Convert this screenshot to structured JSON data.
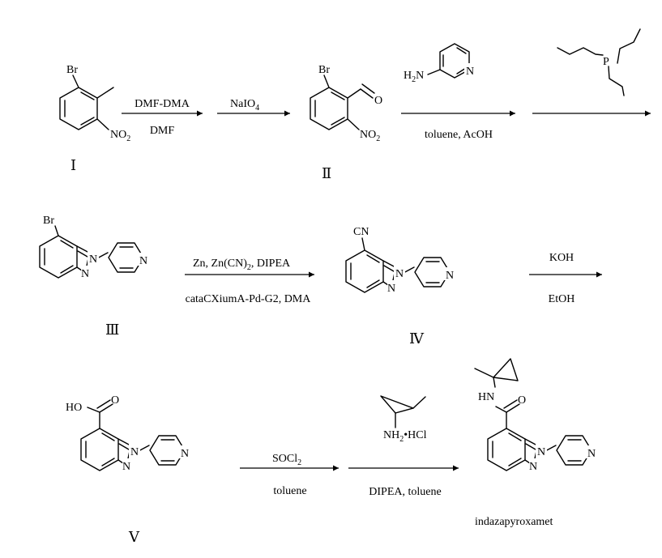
{
  "atoms": {
    "br": "Br",
    "no": "NO",
    "two": "2",
    "o": "O",
    "h2n": "H",
    "n": "N",
    "p": "P",
    "cn": "CN",
    "ho": "HO",
    "hn": "HN",
    "nh": "NH",
    "hcl": "•HCl"
  },
  "reagents": {
    "r1_top": "DMF-DMA",
    "r1_bot": "DMF",
    "r2_top": "NaIO",
    "r2_sub": "4",
    "r3_bot": "toluene, AcOH",
    "r5_top_a": "Zn, Zn(CN)",
    "r5_top_b": ", DIPEA",
    "r5_bot": "cataCXiumA-Pd-G2, DMA",
    "r6_top": "KOH",
    "r6_bot": "EtOH",
    "r7_top": "SOCl",
    "r7_bot": "toluene",
    "r8_bot": "DIPEA, toluene"
  },
  "compounds": {
    "c1": "Ⅰ",
    "c2": "Ⅱ",
    "c3": "Ⅲ",
    "c4": "Ⅳ",
    "c5": "Ⅴ",
    "product": "indazapyroxamet"
  }
}
